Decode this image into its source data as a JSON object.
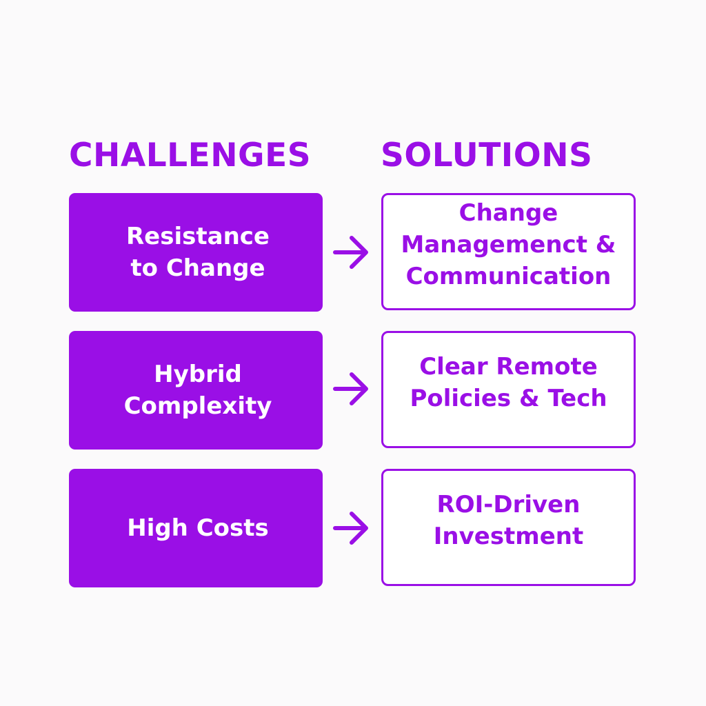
{
  "headings": {
    "challenges": "CHALLENGES",
    "solutions": "SOLUTIONS"
  },
  "rows": [
    {
      "challenge": "Resistance\nto Change",
      "solution": "Change\nManagemenct &\nCommunication"
    },
    {
      "challenge": "Hybrid\nComplexity",
      "solution": "Clear Remote\nPolicies & Tech"
    },
    {
      "challenge": "High Costs",
      "solution": "ROI-Driven\nInvestment"
    }
  ],
  "icons": {
    "connector": "arrow-right-icon"
  },
  "colors": {
    "accent": "#9a0fe6",
    "background": "#fbfafb",
    "challenge_text": "#ffffff",
    "solution_fill": "#ffffff"
  }
}
